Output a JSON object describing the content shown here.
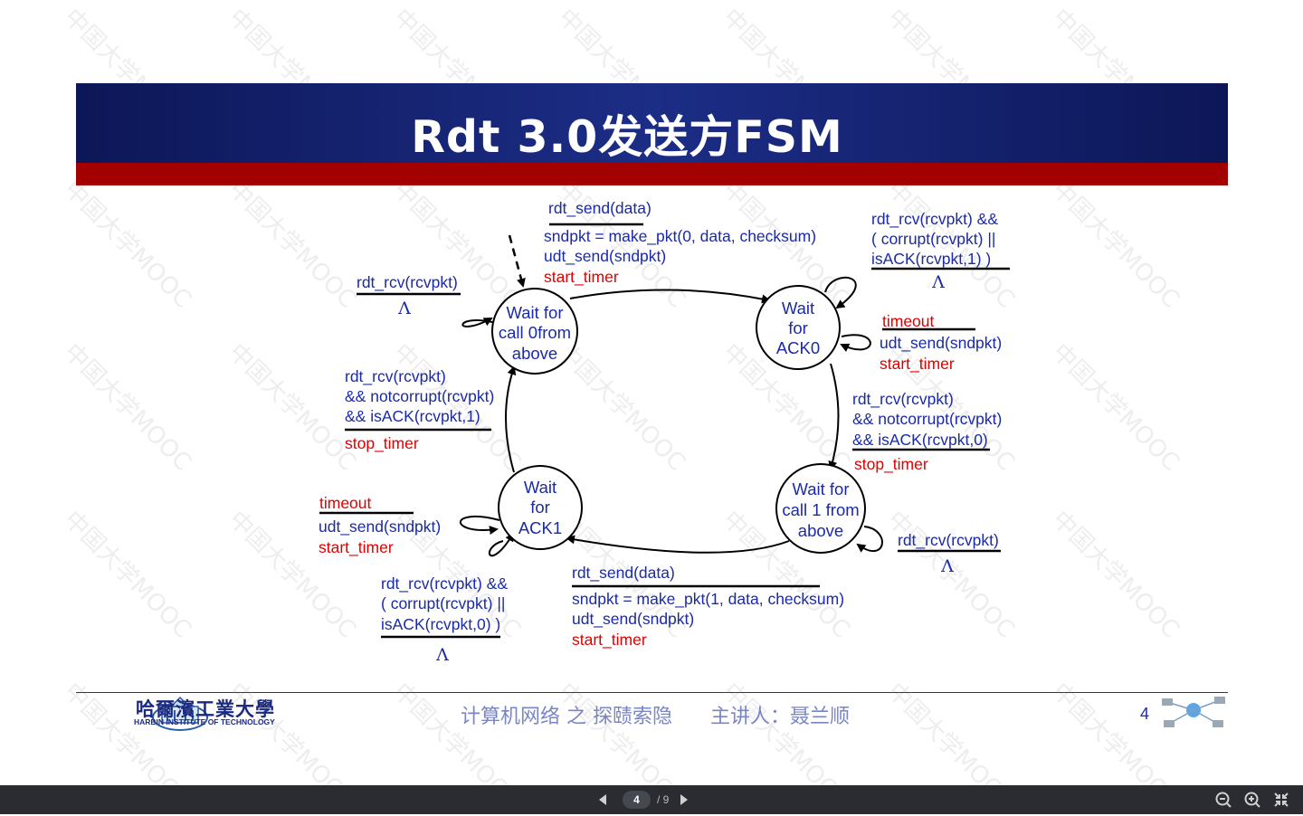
{
  "slide": {
    "title": "Rdt 3.0发送方FSM",
    "watermark": "中国大学MOOC"
  },
  "states": {
    "wait_call0": [
      "Wait for",
      "call 0from",
      "above"
    ],
    "wait_ack0": [
      "Wait",
      "for",
      "ACK0"
    ],
    "wait_call1": [
      "Wait for",
      "call 1 from",
      "above"
    ],
    "wait_ack1": [
      "Wait",
      "for",
      "ACK1"
    ]
  },
  "transitions": {
    "t_call0_ack0": {
      "event": "rdt_send(data)",
      "actions": [
        "sndpkt = make_pkt(0, data, checksum)",
        "udt_send(sndpkt)"
      ],
      "timer": "start_timer"
    },
    "t_call0_self": {
      "event": "rdt_rcv(rcvpkt)",
      "action": "Λ"
    },
    "t_ack0_self_corrupt": {
      "event": [
        "rdt_rcv(rcvpkt) &&",
        "( corrupt(rcvpkt) ||",
        "isACK(rcvpkt,1) )"
      ],
      "action": "Λ"
    },
    "t_ack0_timeout": {
      "event": "timeout",
      "action": "udt_send(sndpkt)",
      "timer": "start_timer"
    },
    "t_ack0_call1": {
      "event": [
        "rdt_rcv(rcvpkt)",
        "&& notcorrupt(rcvpkt)",
        "&& isACK(rcvpkt,0)"
      ],
      "timer": "stop_timer"
    },
    "t_ack1_call0": {
      "event": [
        "rdt_rcv(rcvpkt)",
        "&& notcorrupt(rcvpkt)",
        "&& isACK(rcvpkt,1)"
      ],
      "timer": "stop_timer"
    },
    "t_ack1_timeout": {
      "event": "timeout",
      "action": "udt_send(sndpkt)",
      "timer": "start_timer"
    },
    "t_call1_self": {
      "event": "rdt_rcv(rcvpkt)",
      "action": "Λ"
    },
    "t_call1_ack1": {
      "event": "rdt_send(data)",
      "actions": [
        "sndpkt = make_pkt(1, data, checksum)",
        "udt_send(sndpkt)"
      ],
      "timer": "start_timer"
    },
    "t_ack1_self_corrupt": {
      "event": [
        "rdt_rcv(rcvpkt) &&",
        "( corrupt(rcvpkt) ||",
        "isACK(rcvpkt,0) )"
      ],
      "action": "Λ"
    }
  },
  "footer": {
    "course": "计算机网络 之 探赜索隐",
    "lecturer": "主讲人：聂兰顺",
    "page_number": "4",
    "logo_cn": "哈爾濱工業大學",
    "logo_en": "HARBIN INSTITUTE OF TECHNOLOGY"
  },
  "viewer": {
    "current_page": "4",
    "total_pages": "/ 9"
  },
  "colors": {
    "header_blue": "#1c2d86",
    "header_red": "#a30000",
    "text_blue": "#1a2aa8",
    "text_red": "#e00000"
  }
}
